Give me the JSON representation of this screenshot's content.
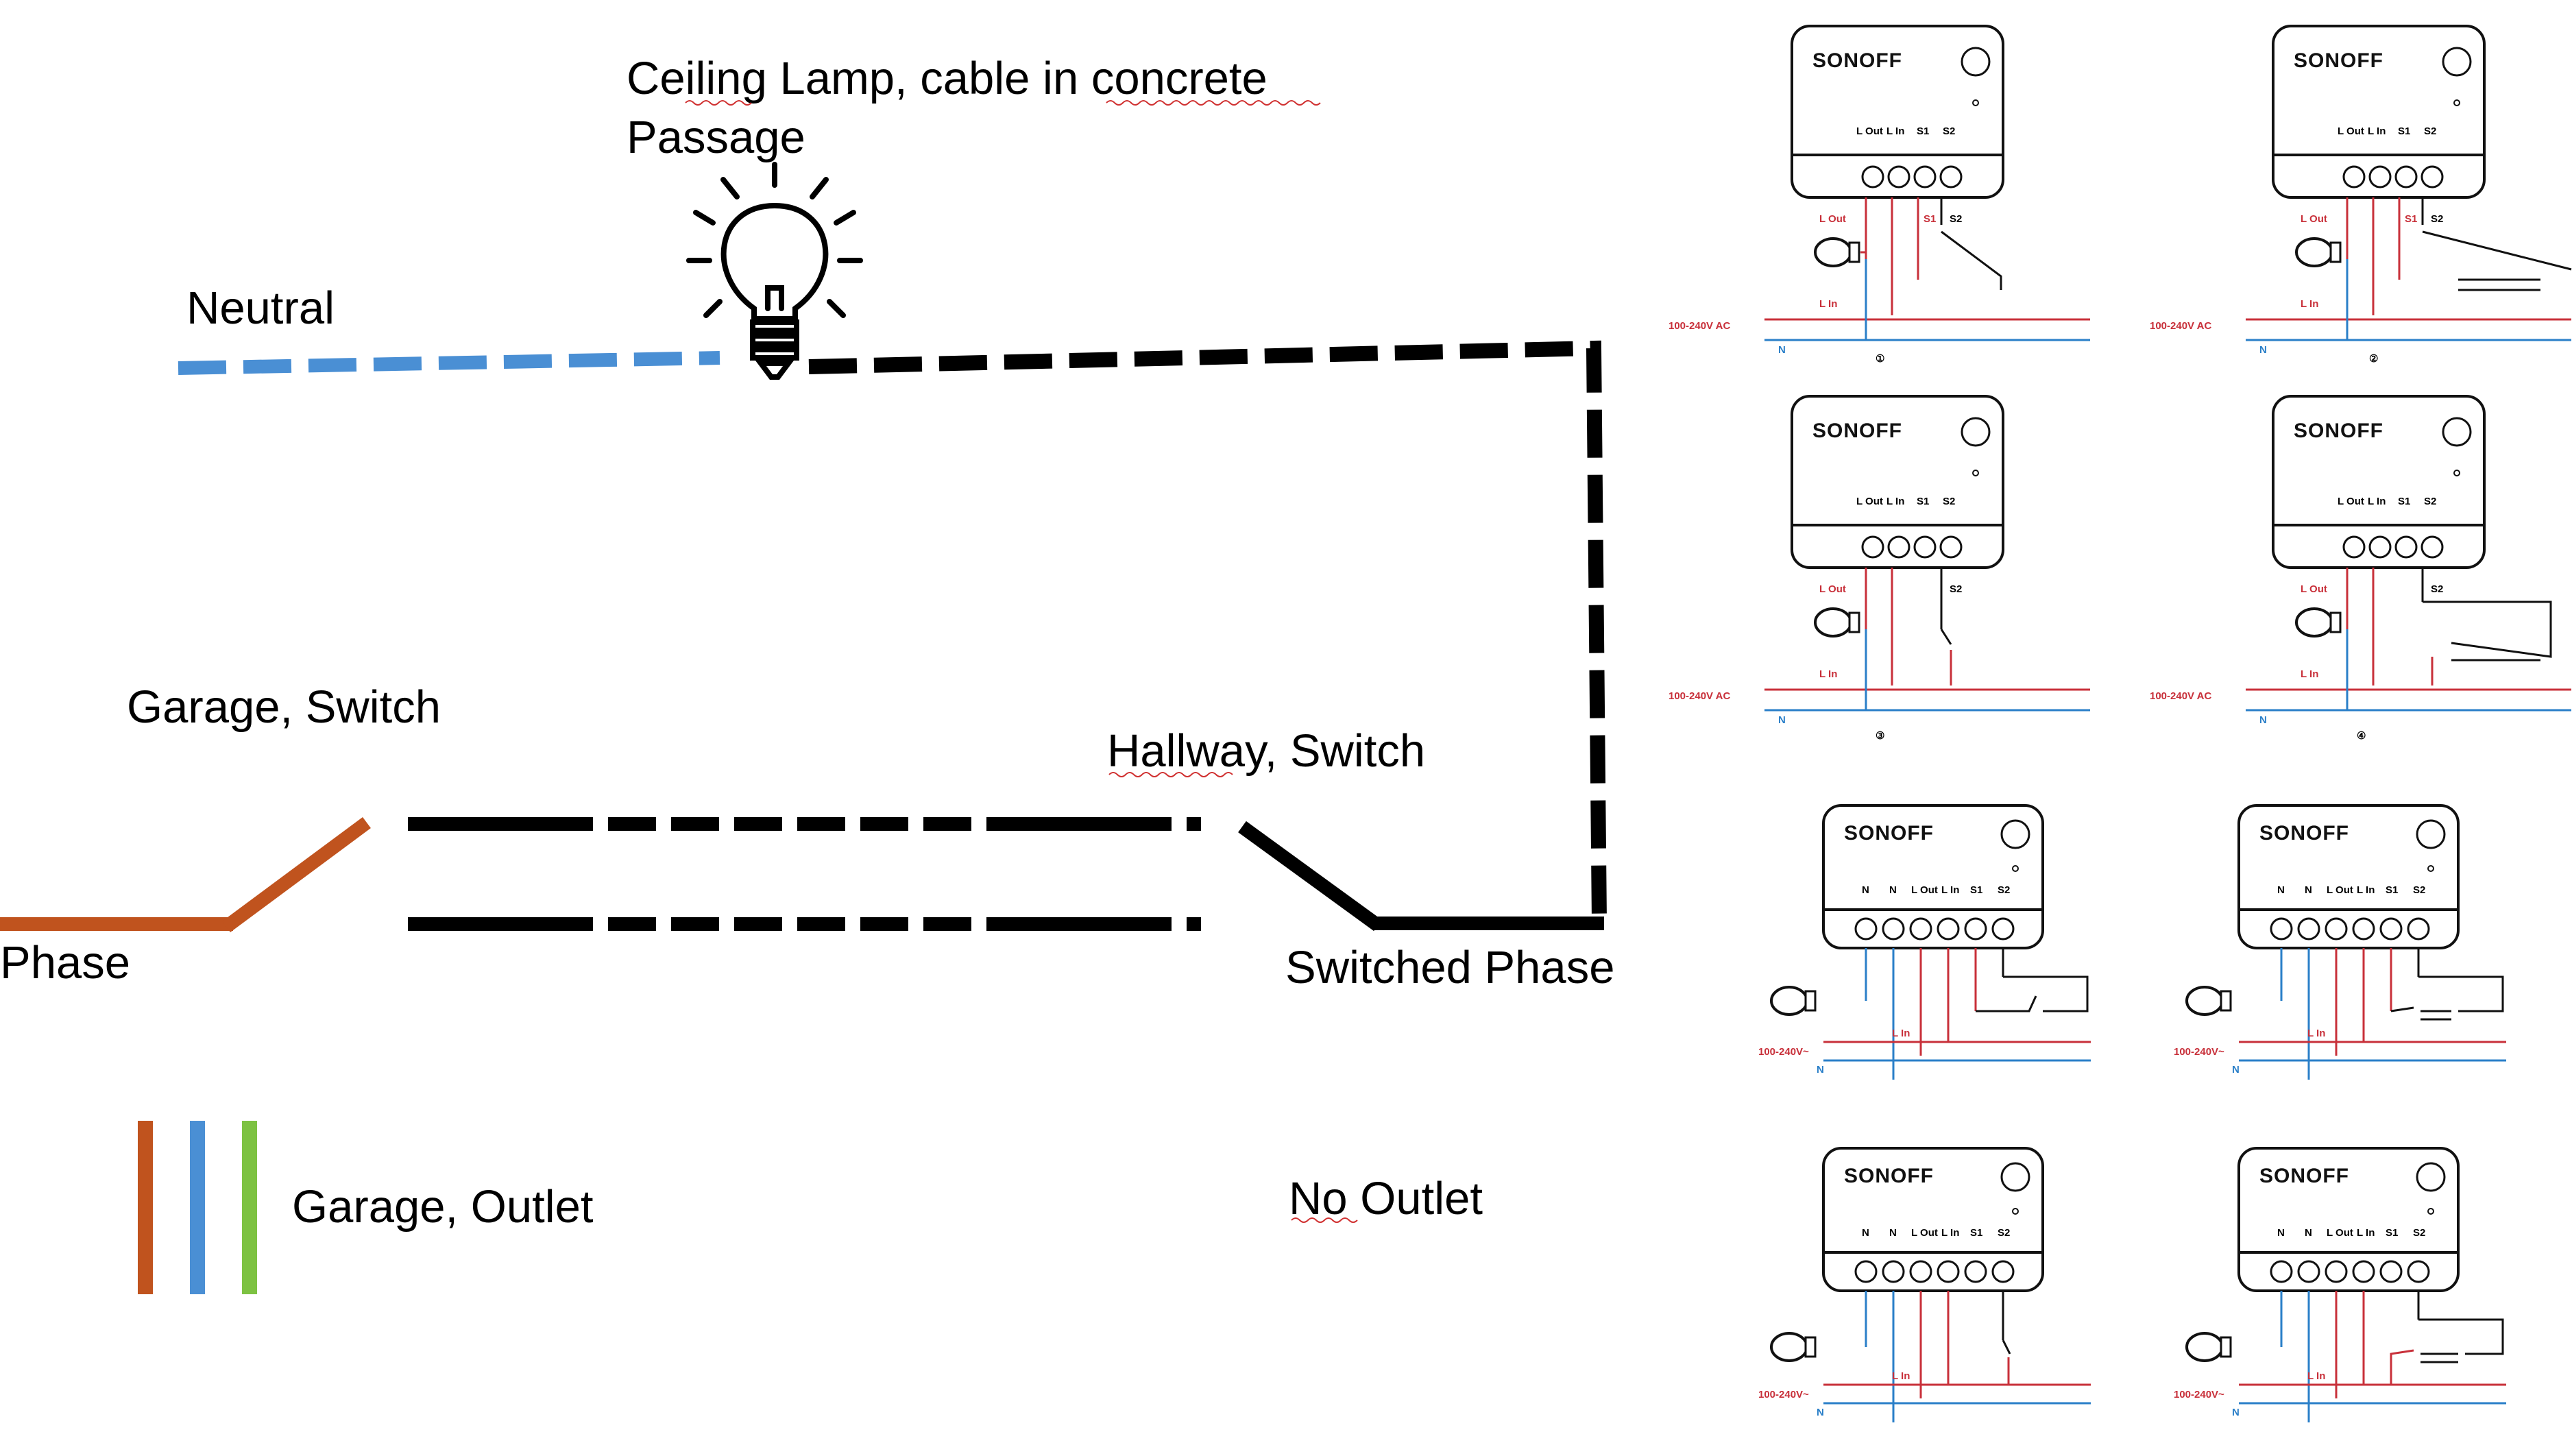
{
  "labels": {
    "ceiling_lamp": "Ceiling Lamp, cable in concrete",
    "passage": "Passage",
    "neutral": "Neutral",
    "garage_switch": "Garage, Switch",
    "hallway_switch": "Hallway, Switch",
    "phase": "Phase",
    "switched_phase": "Switched Phase",
    "garage_outlet": "Garage, Outlet",
    "no_outlet": "No Outlet"
  },
  "wire_colors": {
    "phase": "#c0531e",
    "neutral": "#4a8fd4",
    "earth": "#7dc242",
    "switched": "#000000"
  },
  "module": {
    "brand": "SONOFF",
    "terminals_basic": [
      "L Out",
      "L In",
      "S1",
      "S2"
    ],
    "terminals_extended": [
      "N",
      "N",
      "L Out",
      "L In",
      "S1",
      "S2"
    ],
    "lout": "L Out",
    "lin": "L In",
    "s1": "S1",
    "s2": "S2",
    "n": "N",
    "voltage_ac": "100-240V AC",
    "voltage_short": "100-240V~"
  },
  "diagram_numbers": [
    "①",
    "②",
    "③",
    "④"
  ]
}
